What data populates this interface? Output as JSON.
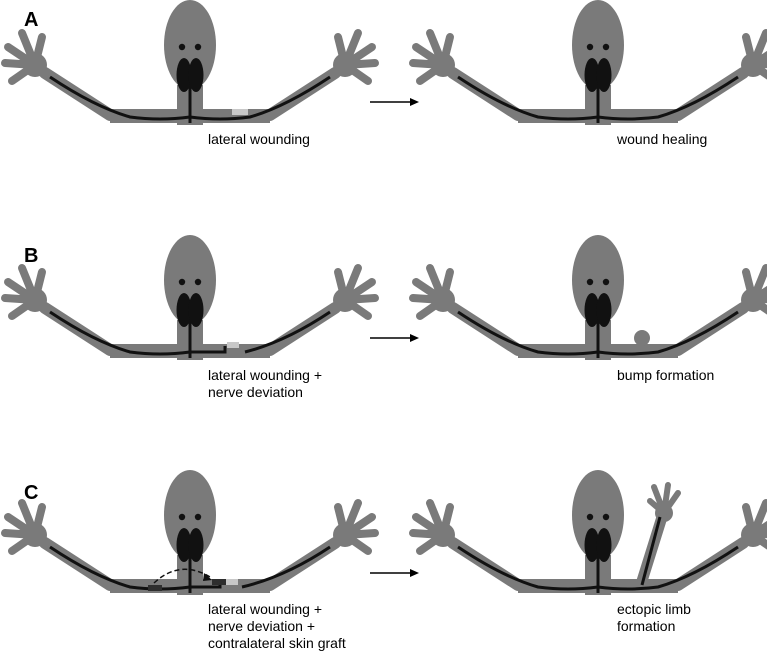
{
  "panels": [
    {
      "letter": "A",
      "before_caption": [
        "lateral wounding"
      ],
      "after_caption": [
        "wound healing"
      ]
    },
    {
      "letter": "B",
      "before_caption": [
        "lateral wounding +",
        "nerve deviation"
      ],
      "after_caption": [
        "bump formation"
      ]
    },
    {
      "letter": "C",
      "before_caption": [
        "lateral wounding +",
        "nerve deviation +",
        "contralateral skin graft"
      ],
      "after_caption": [
        "ectopic limb",
        "formation"
      ]
    }
  ],
  "colors": {
    "body": "#7a7a7a",
    "nerve": "#111111",
    "mouth": "#111111",
    "wound": "#c8c8c8",
    "graft": "#2e2e2e",
    "arrow": "#000000"
  }
}
